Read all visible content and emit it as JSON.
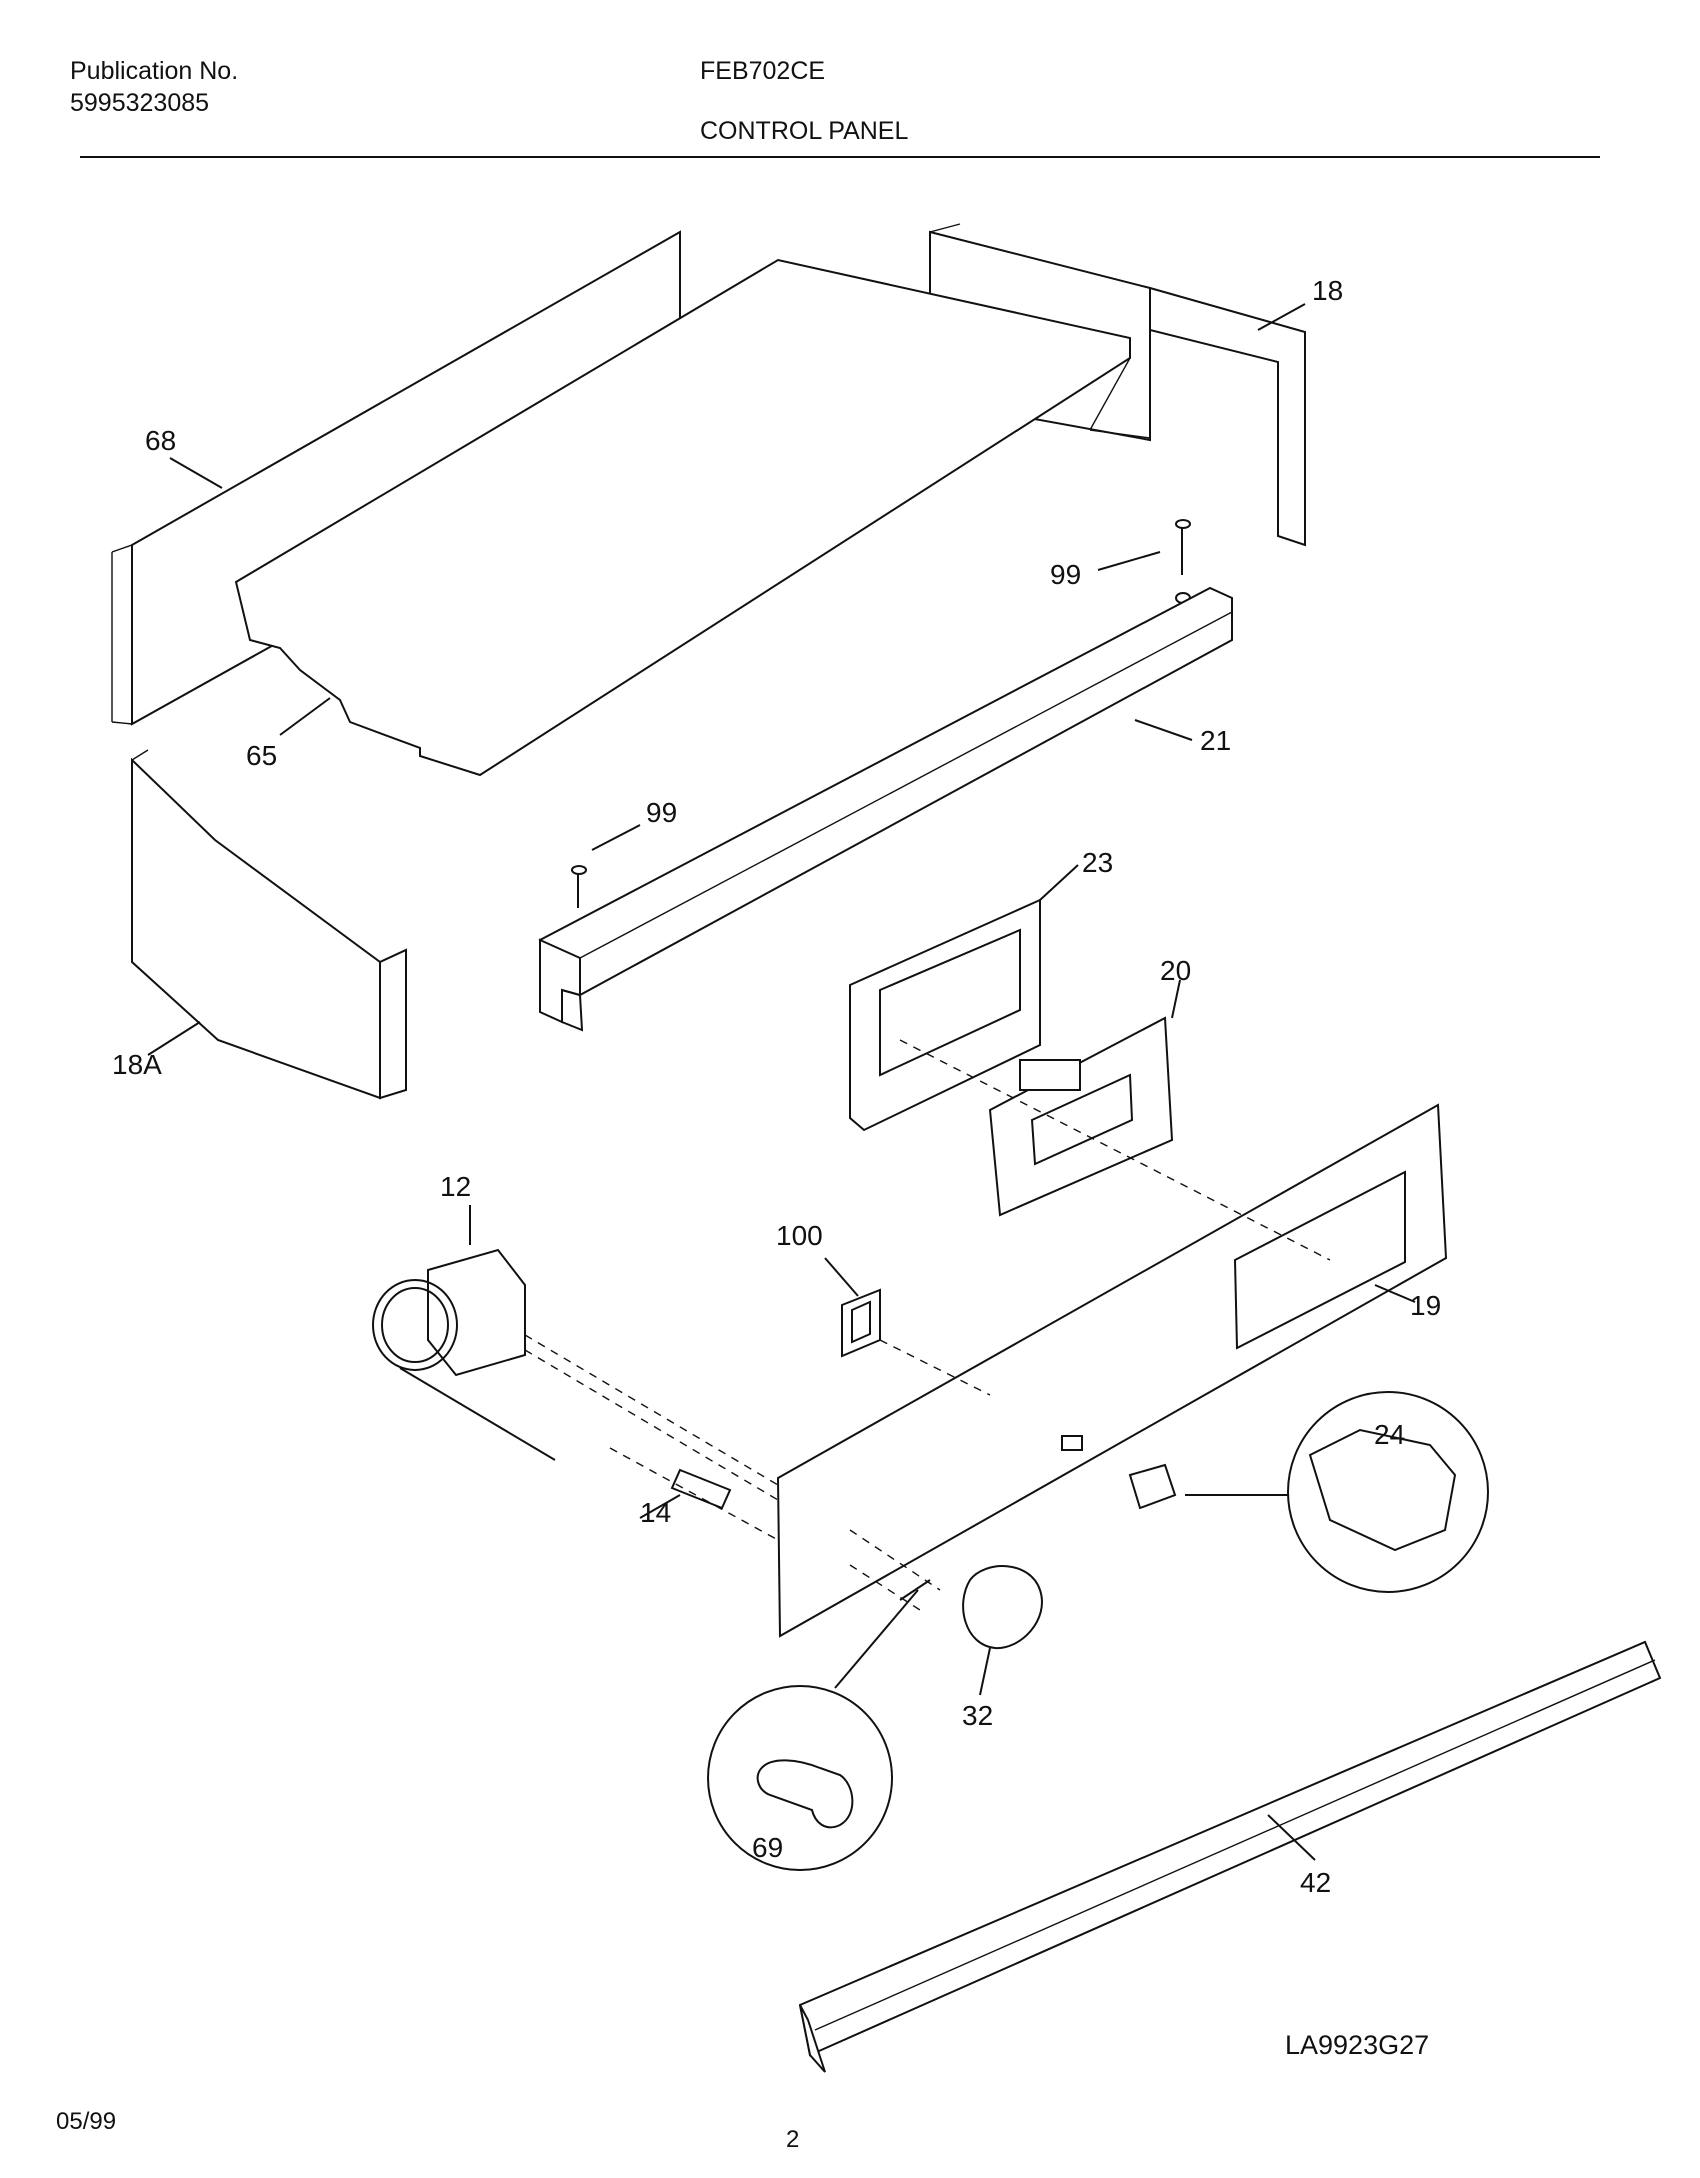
{
  "header": {
    "publication_label": "Publication No.",
    "publication_number": "5995323085",
    "model": "FEB702CE",
    "section_title": "CONTROL PANEL"
  },
  "callouts": {
    "c18": "18",
    "c68": "68",
    "c99a": "99",
    "c65": "65",
    "c21": "21",
    "c99b": "99",
    "c23": "23",
    "c20": "20",
    "c18A": "18A",
    "c12": "12",
    "c100": "100",
    "c19": "19",
    "c24": "24",
    "c14": "14",
    "c32": "32",
    "c69": "69",
    "c42": "42"
  },
  "footer": {
    "date": "05/99",
    "page_number": "2",
    "figure_code": "LA9923G27"
  }
}
